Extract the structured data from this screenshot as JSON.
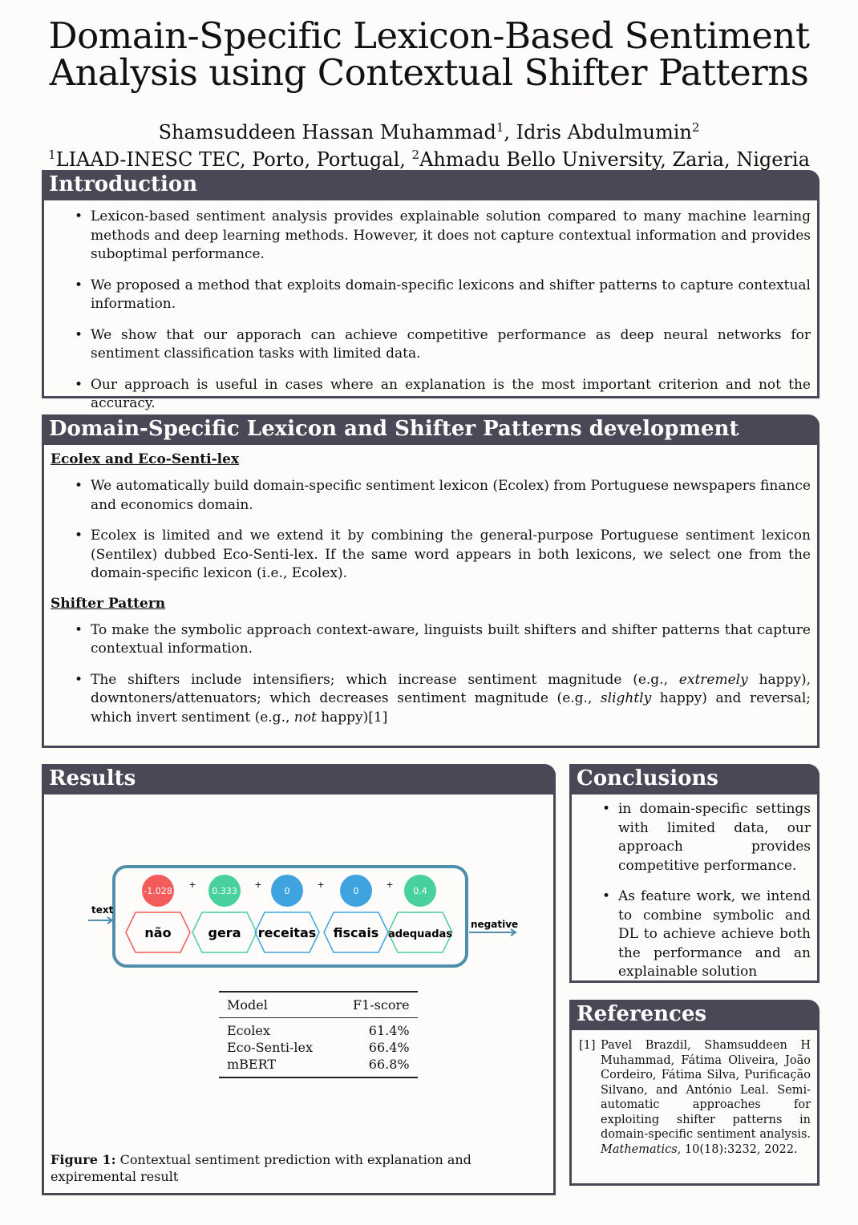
{
  "title_line1": "Domain-Specific Lexicon-Based Sentiment",
  "title_line2": "Analysis using Contextual Shifter Patterns",
  "authors": [
    {
      "name": "Shamsuddeen Hassan Muhammad",
      "sup": "1"
    },
    {
      "name": "Idris Abdulmumin",
      "sup": "2"
    }
  ],
  "affiliations": [
    {
      "sup": "1",
      "name": "LIAAD-INESC TEC, Porto, Portugal"
    },
    {
      "sup": "2",
      "name": "Ahmadu Bello University, Zaria, Nigeria"
    }
  ],
  "intro": {
    "heading": "Introduction",
    "bullets": [
      "Lexicon-based sentiment analysis provides explainable solution compared to many machine learning methods and deep learning methods. However, it does not capture contextual information and provides suboptimal performance.",
      "We proposed a method that exploits domain-specific lexicons and shifter patterns to capture contextual information.",
      "We show that our apporach can achieve competitive performance as deep neural networks for sentiment classification tasks with limited data.",
      "Our approach is useful in cases where an explanation is the most important criterion and not the accuracy."
    ]
  },
  "dev": {
    "heading": "Domain-Specific Lexicon and Shifter Patterns development",
    "sub1": "Ecolex and Eco-Senti-lex",
    "bullets1": [
      "We automatically build domain-specific sentiment lexicon (Ecolex) from Portuguese newspapers finance and economics domain.",
      "Ecolex is limited and we extend it by combining the general-purpose Portuguese sentiment lexicon (Sentilex) dubbed Eco-Senti-lex. If the same word appears in both lexicons, we select one from the domain-specific lexicon (i.e., Ecolex)."
    ],
    "sub2": "Shifter Pattern",
    "bullet3": "To make the symbolic approach context-aware, linguists built shifters and shifter patterns that capture contextual information.",
    "bullet4": {
      "a": "The shifters include intensifiers; which increase sentiment magnitude (e.g., ",
      "b": "extremely",
      "c": " happy), downtoners/attenuators; which decreases sentiment magnitude (e.g., ",
      "d": "slightly",
      "e": " happy) and reversal; which invert sentiment (e.g., ",
      "f": "not",
      "g": " happy)[1]"
    }
  },
  "results": {
    "heading": "Results",
    "diagram": {
      "input": "text",
      "output": "negative",
      "plus": "+",
      "tokens": [
        {
          "word": "não",
          "score": "-1.028",
          "color": "#f45b5b"
        },
        {
          "word": "gera",
          "score": "0.333",
          "color": "#48d09e"
        },
        {
          "word": "receitas",
          "score": "0",
          "color": "#3fa3df"
        },
        {
          "word": "fiscais",
          "score": "0",
          "color": "#3fa3df"
        },
        {
          "word": "adequadas",
          "score": "0.4",
          "color": "#48d09e"
        }
      ],
      "frame_color": "#4f8fab"
    },
    "table": {
      "headers": [
        "Model",
        "F1-score"
      ],
      "rows": [
        [
          "Ecolex",
          "61.4%"
        ],
        [
          "Eco-Senti-lex",
          "66.4%"
        ],
        [
          "mBERT",
          "66.8%"
        ]
      ]
    },
    "caption_label": "Figure 1:",
    "caption": "Contextual sentiment prediction with explanation and expiremental result"
  },
  "conclusions": {
    "heading": "Conclusions",
    "bullets": [
      "in domain-specific settings with limited data, our approach provides competitive performance.",
      "As feature work, we intend to combine symbolic and DL to achieve achieve both the performance and an explainable solution"
    ]
  },
  "references": {
    "heading": "References",
    "items": [
      {
        "num": "[1]",
        "text": "Pavel Brazdil, Shamsuddeen H Muhammad, Fátima Oliveira, João Cordeiro, Fátima Silva, Purificação Silvano, and António Leal. Semi-automatic approaches for exploiting shifter patterns in domain-specific sentiment analysis. ",
        "journal": "Mathematics",
        "tail": ", 10(18):3232, 2022."
      }
    ]
  },
  "header_color": "#4a4757"
}
